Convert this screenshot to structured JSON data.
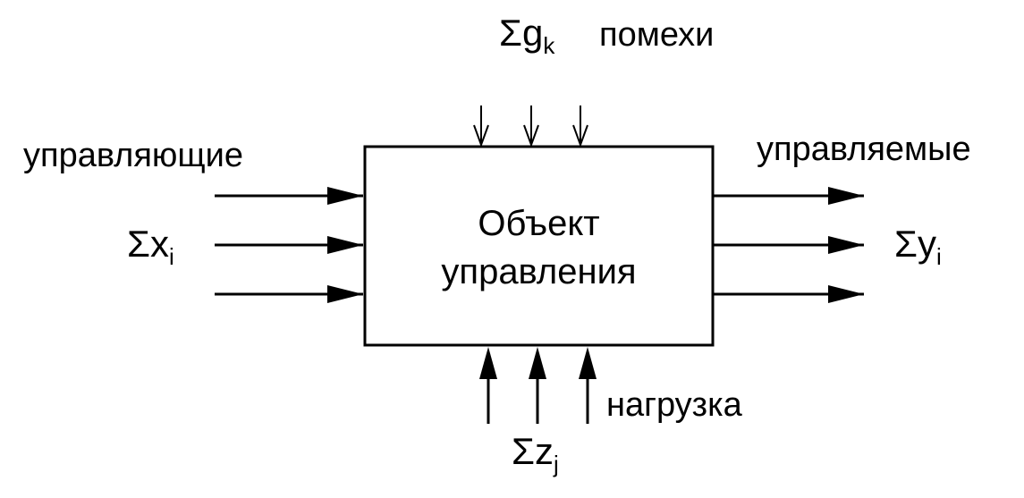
{
  "object": {
    "line1": "Объект",
    "line2": "управления"
  },
  "inputs": {
    "label": "управляющие",
    "symbol_base": "Σx",
    "symbol_sub": "i"
  },
  "outputs": {
    "label": "управляемые",
    "symbol_base": "Σy",
    "symbol_sub": "i"
  },
  "disturbances": {
    "label": "помехи",
    "symbol_base": "Σg",
    "symbol_sub": "k"
  },
  "load": {
    "label": "нагрузка",
    "symbol_base": "Σz",
    "symbol_sub": "j"
  }
}
